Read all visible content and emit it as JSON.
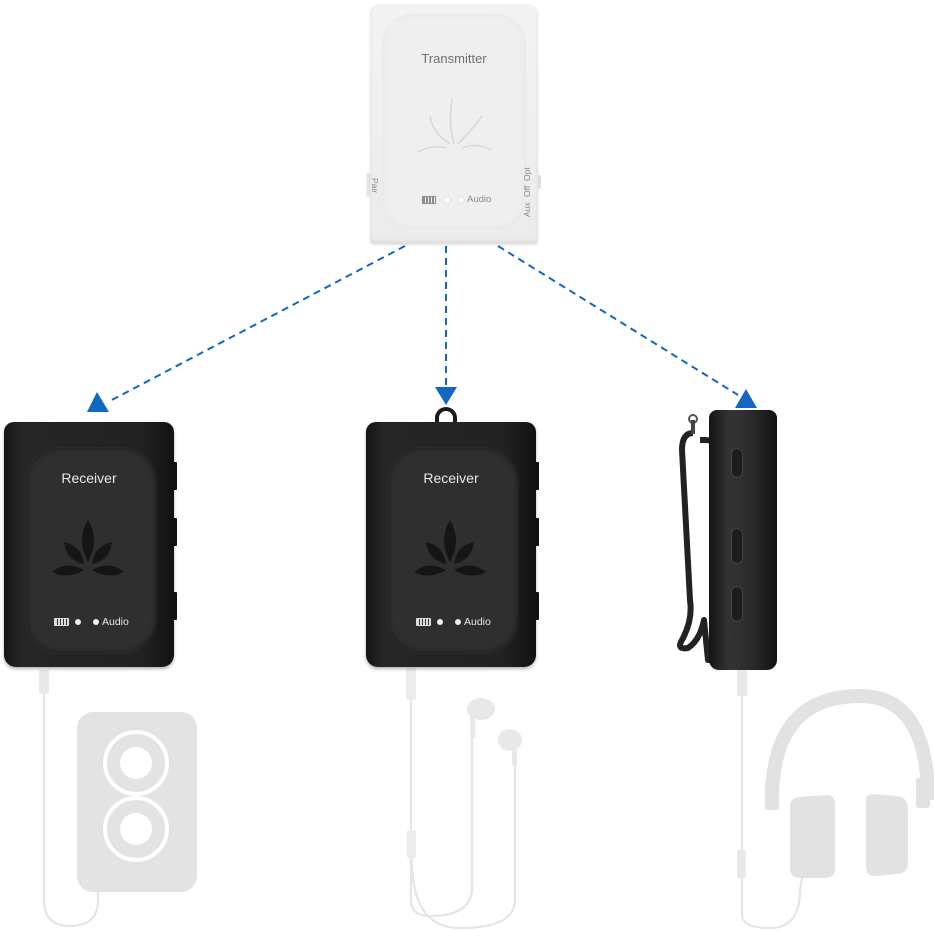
{
  "diagram": {
    "type": "wireless-audio-transmitter-receiver-setup",
    "colors": {
      "arrow": "#1167c1",
      "transmitter_body": "#eeeeee",
      "receiver_body": "#222222",
      "accessory_gray": "#e2e2e2"
    },
    "transmitter": {
      "title": "Transmitter",
      "left_side_label": "Pair",
      "right_side_labels": [
        "Aux",
        "Off",
        "Opt"
      ],
      "indicator_label": "Audio",
      "icons": [
        "battery-icon",
        "status-led",
        "audio-led",
        "lotus-logo"
      ]
    },
    "receivers": [
      {
        "id": "receiver-left",
        "title": "Receiver",
        "indicator_label": "Audio",
        "connected_device": "speaker"
      },
      {
        "id": "receiver-center",
        "title": "Receiver",
        "indicator_label": "Audio",
        "connected_device": "earphones"
      },
      {
        "id": "receiver-clip",
        "title": "",
        "view": "side view with belt clip",
        "connected_device": "headphones"
      }
    ],
    "connections": [
      {
        "from": "transmitter",
        "to": "receiver-left",
        "style": "dashed-arrow"
      },
      {
        "from": "transmitter",
        "to": "receiver-center",
        "style": "dashed-arrow"
      },
      {
        "from": "transmitter",
        "to": "receiver-clip",
        "style": "dashed-arrow"
      }
    ]
  }
}
